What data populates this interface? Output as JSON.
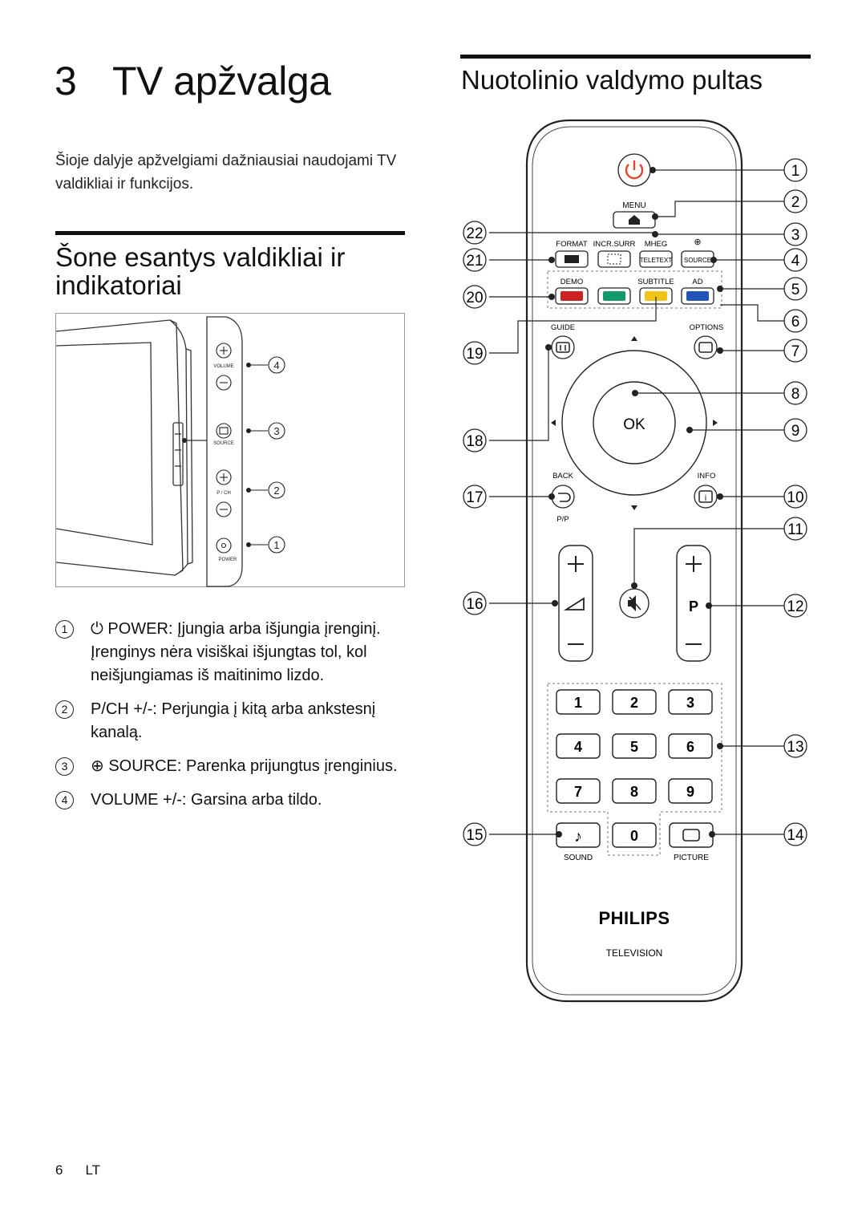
{
  "chapter": {
    "number": "3",
    "title": "TV apžvalga"
  },
  "intro": "Šioje dalyje apžvelgiami dažniausiai naudojami TV valdikliai ir funkcijos.",
  "left_section": {
    "heading": "Šone esantys valdikliai ir indikatoriai",
    "panel_labels": {
      "volume": "VOLUME",
      "source": "SOURCE",
      "pch": "P / CH",
      "power": "POWER"
    },
    "callouts": [
      "4",
      "3",
      "2",
      "1"
    ],
    "items": [
      {
        "num": "1",
        "icon": "⏻",
        "text": "POWER: Įjungia arba išjungia įrenginį. Įrenginys nėra visiškai išjungtas tol, kol neišjungiamas iš maitinimo lizdo."
      },
      {
        "num": "2",
        "icon": "",
        "text": "P/CH +/-: Perjungia į kitą arba ankstesnį kanalą."
      },
      {
        "num": "3",
        "icon": "⊕",
        "text": "SOURCE: Parenka prijungtus įrenginius."
      },
      {
        "num": "4",
        "icon": "",
        "text": "VOLUME +/-: Garsina arba tildo."
      }
    ]
  },
  "right_section": {
    "heading": "Nuotolinio valdymo pultas",
    "remote": {
      "labels": {
        "menu": "MENU",
        "format": "FORMAT",
        "incr_surr": "INCR.SURR",
        "mheg": "MHEG",
        "teletext": "TELETEXT",
        "source": "SOURCE",
        "demo": "DEMO",
        "subtitle": "SUBTITLE",
        "ad": "AD",
        "guide": "GUIDE",
        "options": "OPTIONS",
        "ok": "OK",
        "back": "BACK",
        "info": "INFO",
        "pp": "P/P",
        "p": "P",
        "sound": "SOUND",
        "picture": "PICTURE",
        "brand": "PHILIPS",
        "subbrand": "TELEVISION"
      },
      "digits": [
        "1",
        "2",
        "3",
        "4",
        "5",
        "6",
        "7",
        "8",
        "9",
        "0"
      ],
      "right_callouts": [
        "1",
        "2",
        "3",
        "4",
        "5",
        "6",
        "7",
        "8",
        "9",
        "10",
        "11",
        "12",
        "13",
        "14"
      ],
      "left_callouts": [
        "22",
        "21",
        "20",
        "19",
        "18",
        "17",
        "16",
        "15"
      ],
      "colors": {
        "red": "#cc2222",
        "green": "#139a6b",
        "yellow": "#f2c417",
        "blue": "#2355b8",
        "power": "#e8452f"
      }
    }
  },
  "footer": {
    "page": "6",
    "lang": "LT"
  }
}
